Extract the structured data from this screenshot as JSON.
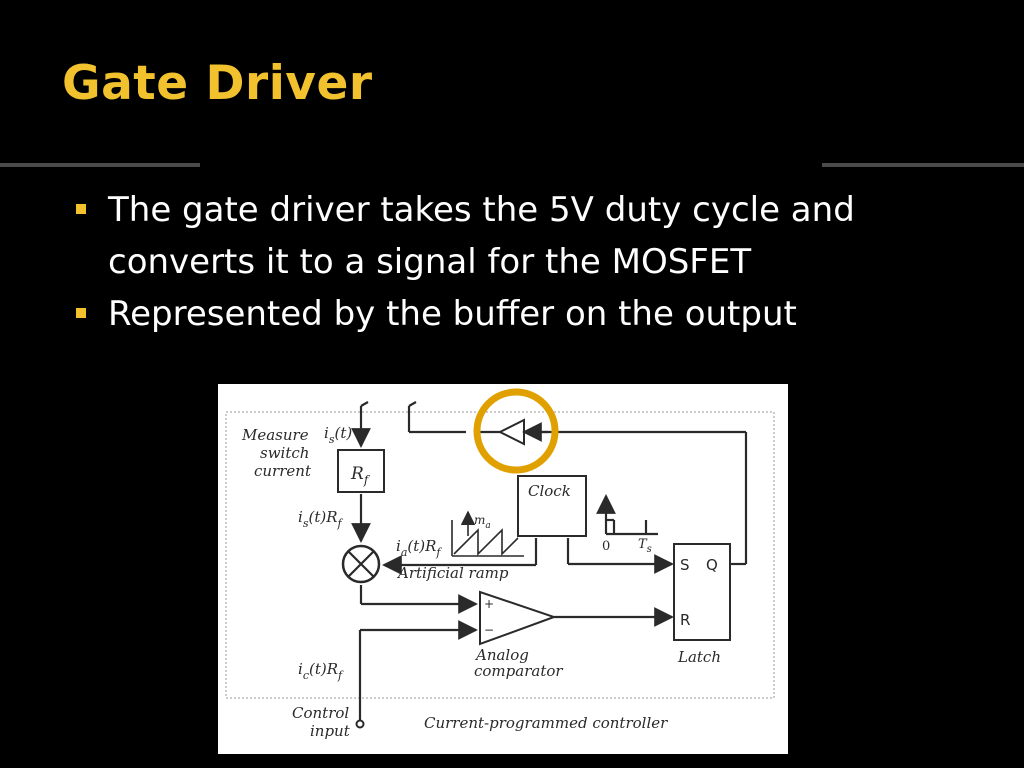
{
  "slide": {
    "title": "Gate Driver",
    "bullets": [
      "The gate driver takes the 5V duty cycle and converts it to a signal for the MOSFET",
      "Represented by the buffer on the output"
    ]
  },
  "diagram": {
    "labels": {
      "measure_line1": "Measure",
      "measure_line2": "switch",
      "measure_line3": "current",
      "is_t": "i",
      "is_t_sub": "s",
      "is_t_rest": "(t)",
      "rf": "R",
      "rf_sub": "f",
      "is_rf": "i",
      "is_rf_sub": "s",
      "is_rf_rest": "(t)R",
      "is_rf_sub2": "f",
      "ia_rf": "i",
      "ia_rf_sub": "a",
      "ia_rf_rest": "(t)R",
      "ia_rf_sub2": "f",
      "ma": "m",
      "ma_sub": "a",
      "artificial_ramp": "Artificial ramp",
      "clock": "Clock",
      "zero": "0",
      "ts": "T",
      "ts_sub": "s",
      "s": "S",
      "q": "Q",
      "r": "R",
      "latch": "Latch",
      "plus": "+",
      "minus": "−",
      "analog_line1": "Analog",
      "analog_line2": "comparator",
      "ic_rf": "i",
      "ic_rf_sub": "c",
      "ic_rf_rest": "(t)R",
      "ic_rf_sub2": "f",
      "control_line1": "Control",
      "control_line2": "input",
      "controller": "Current-programmed controller"
    },
    "colors": {
      "background": "#ffffff",
      "ink": "#2a2a2a",
      "highlight": "#e0a100",
      "dotted_border": "#9a9a9a"
    }
  },
  "theme": {
    "title_color": "#f2c12e",
    "bullet_color": "#f2c12e",
    "text_color": "#ffffff",
    "background": "#000000"
  }
}
